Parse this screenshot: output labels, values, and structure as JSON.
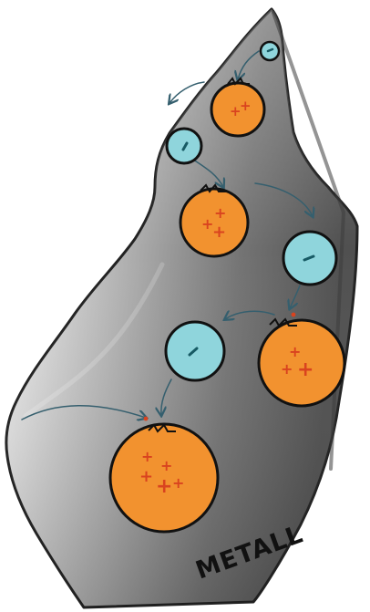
{
  "labels": {
    "material": "METALL"
  },
  "legend_semantics": {
    "large_orange_circle": "large orange circle with a sprout on top and red crosses",
    "small_blue_circle": "small light-blue circle with a dark dash"
  },
  "colors": {
    "metal_dark": "#4e4e4e",
    "metal_mid": "#8a8a8a",
    "metal_light": "#efefef",
    "outline": "#111111",
    "orange_fill": "#f2922f",
    "cross_red": "#d9431f",
    "blue_fill": "#8fd5dc",
    "blue_dash": "#175a64",
    "arrow_color": "#355f6e"
  }
}
